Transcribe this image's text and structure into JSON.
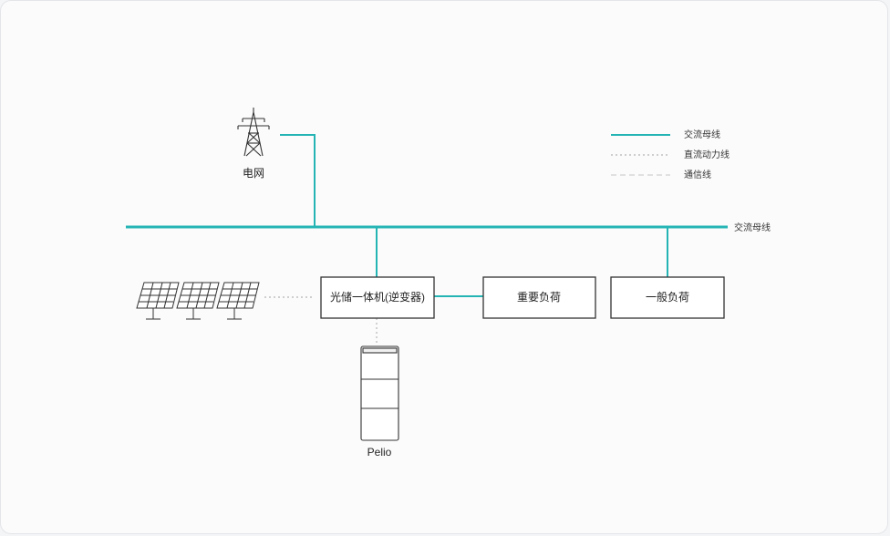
{
  "diagram": {
    "grid_label": "电网",
    "bus_label": "交流母线",
    "inverter_label": "光储一体机(逆变器)",
    "critical_load_label": "重要负荷",
    "general_load_label": "一般负荷",
    "battery_label": "Pelio"
  },
  "legend": {
    "items": [
      {
        "label": "交流母线",
        "style": "solid",
        "color": "#25b4b4"
      },
      {
        "label": "直流动力线",
        "style": "dotted",
        "color": "#b5b5b5"
      },
      {
        "label": "通信线",
        "style": "dashed",
        "color": "#cfcfcf"
      }
    ]
  },
  "colors": {
    "ac_bus": "#25b4b4",
    "dc_line": "#b5b5b5",
    "box_stroke": "#333333"
  }
}
